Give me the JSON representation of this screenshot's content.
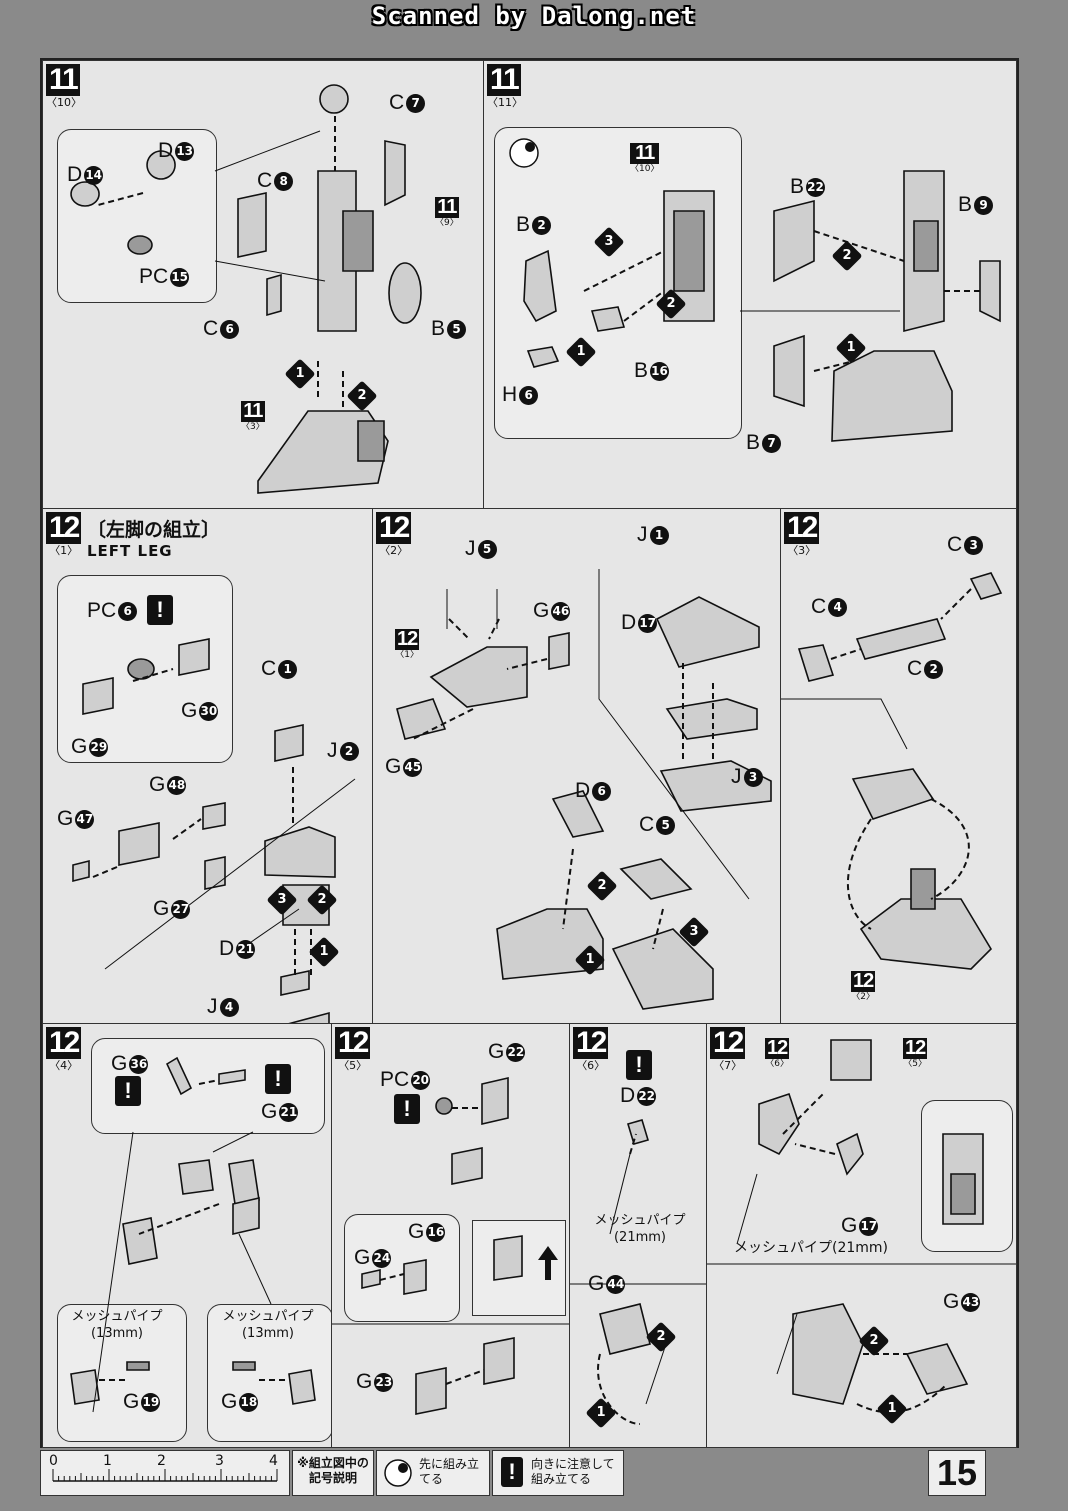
{
  "watermark": "Scanned by Dalong.net",
  "sections": {
    "s11a": {
      "num": "11",
      "sub": "〈10〉",
      "ref": {
        "num": "11",
        "sub": "〈9〉"
      },
      "ref2": {
        "num": "11",
        "sub": "〈3〉"
      },
      "labels": {
        "c7": "C",
        "d13": "D",
        "d14": "D",
        "c8": "C",
        "pc15": "PC",
        "c6": "C",
        "b5": "B"
      },
      "nums": {
        "c7": "7",
        "d13": "13",
        "d14": "14",
        "c8": "8",
        "pc15": "15",
        "c6": "6",
        "b5": "5"
      }
    },
    "s11b": {
      "num": "11",
      "sub": "〈11〉",
      "ref": {
        "num": "11",
        "sub": "〈10〉"
      },
      "labels": {
        "b2": "B",
        "b22": "B",
        "b9": "B",
        "h6": "H",
        "b16": "B",
        "b7": "B"
      },
      "nums": {
        "b2": "2",
        "b22": "22",
        "b9": "9",
        "h6": "6",
        "b16": "16",
        "b7": "7"
      }
    },
    "s12_1": {
      "num": "12",
      "sub": "〈1〉",
      "title": "〔左脚の組立〕",
      "title_en": "LEFT LEG",
      "labels": {
        "pc6": "PC",
        "g30": "G",
        "g29": "G",
        "g48": "G",
        "g47": "G",
        "g27": "G",
        "c1": "C",
        "j2": "J",
        "d21": "D",
        "j4": "J"
      },
      "nums": {
        "pc6": "6",
        "g30": "30",
        "g29": "29",
        "g48": "48",
        "g47": "47",
        "g27": "27",
        "c1": "1",
        "j2": "2",
        "d21": "21",
        "j4": "4"
      }
    },
    "s12_2": {
      "num": "12",
      "sub": "〈2〉",
      "ref": {
        "num": "12",
        "sub": "〈1〉"
      },
      "labels": {
        "j5": "J",
        "g46": "G",
        "g45": "G",
        "j1": "J",
        "d17": "D",
        "j3": "J",
        "d6": "D",
        "c5": "C"
      },
      "nums": {
        "j5": "5",
        "g46": "46",
        "g45": "45",
        "j1": "1",
        "d17": "17",
        "j3": "3",
        "d6": "6",
        "c5": "5"
      }
    },
    "s12_3": {
      "num": "12",
      "sub": "〈3〉",
      "ref": {
        "num": "12",
        "sub": "〈2〉"
      },
      "labels": {
        "c3": "C",
        "c4": "C",
        "c2": "C"
      },
      "nums": {
        "c3": "3",
        "c4": "4",
        "c2": "2"
      }
    },
    "s12_4": {
      "num": "12",
      "sub": "〈4〉",
      "labels": {
        "g36": "G",
        "g21": "G",
        "g19": "G",
        "g18": "G"
      },
      "nums": {
        "g36": "36",
        "g21": "21",
        "g19": "19",
        "g18": "18"
      },
      "pipe1": "メッシュパイプ",
      "pipe1b": "(13mm)",
      "pipe2": "メッシュパイプ",
      "pipe2b": "(13mm)"
    },
    "s12_5": {
      "num": "12",
      "sub": "〈5〉",
      "labels": {
        "g22": "G",
        "pc20": "PC",
        "g24": "G",
        "g16": "G",
        "g23": "G"
      },
      "nums": {
        "g22": "22",
        "pc20": "20",
        "g24": "24",
        "g16": "16",
        "g23": "23"
      }
    },
    "s12_6": {
      "num": "12",
      "sub": "〈6〉",
      "labels": {
        "d22": "D",
        "g44": "G"
      },
      "nums": {
        "d22": "22",
        "g44": "44"
      },
      "pipe": "メッシュパイプ",
      "pipeb": "(21mm)"
    },
    "s12_7": {
      "num": "12",
      "sub": "〈7〉",
      "ref": {
        "num": "12",
        "sub": "〈6〉"
      },
      "ref2": {
        "num": "12",
        "sub": "〈5〉"
      },
      "labels": {
        "g17": "G",
        "g43": "G"
      },
      "nums": {
        "g17": "17",
        "g43": "43"
      },
      "pipe": "メッシュパイプ(21mm)"
    }
  },
  "legend": {
    "ruler_ticks": [
      "0",
      "1",
      "2",
      "3",
      "4"
    ],
    "note_title": "※組立図中の記号説明",
    "sym1": "先に組み立てる",
    "sym2": "向きに注意して組み立てる"
  },
  "page_number": "15"
}
